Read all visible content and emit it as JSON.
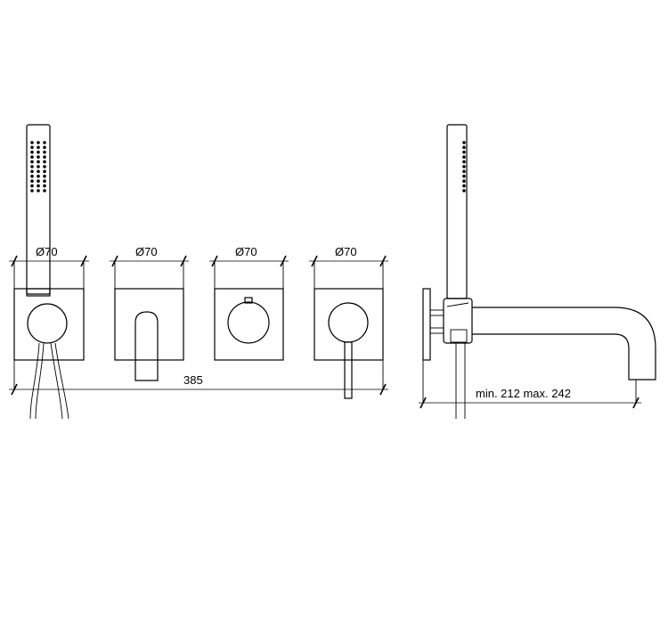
{
  "labels": {
    "diameter_1": "Ø70",
    "diameter_2": "Ø70",
    "diameter_3": "Ø70",
    "diameter_4": "Ø70",
    "overall_width": "385",
    "spout_projection": "min. 212 max. 242"
  }
}
